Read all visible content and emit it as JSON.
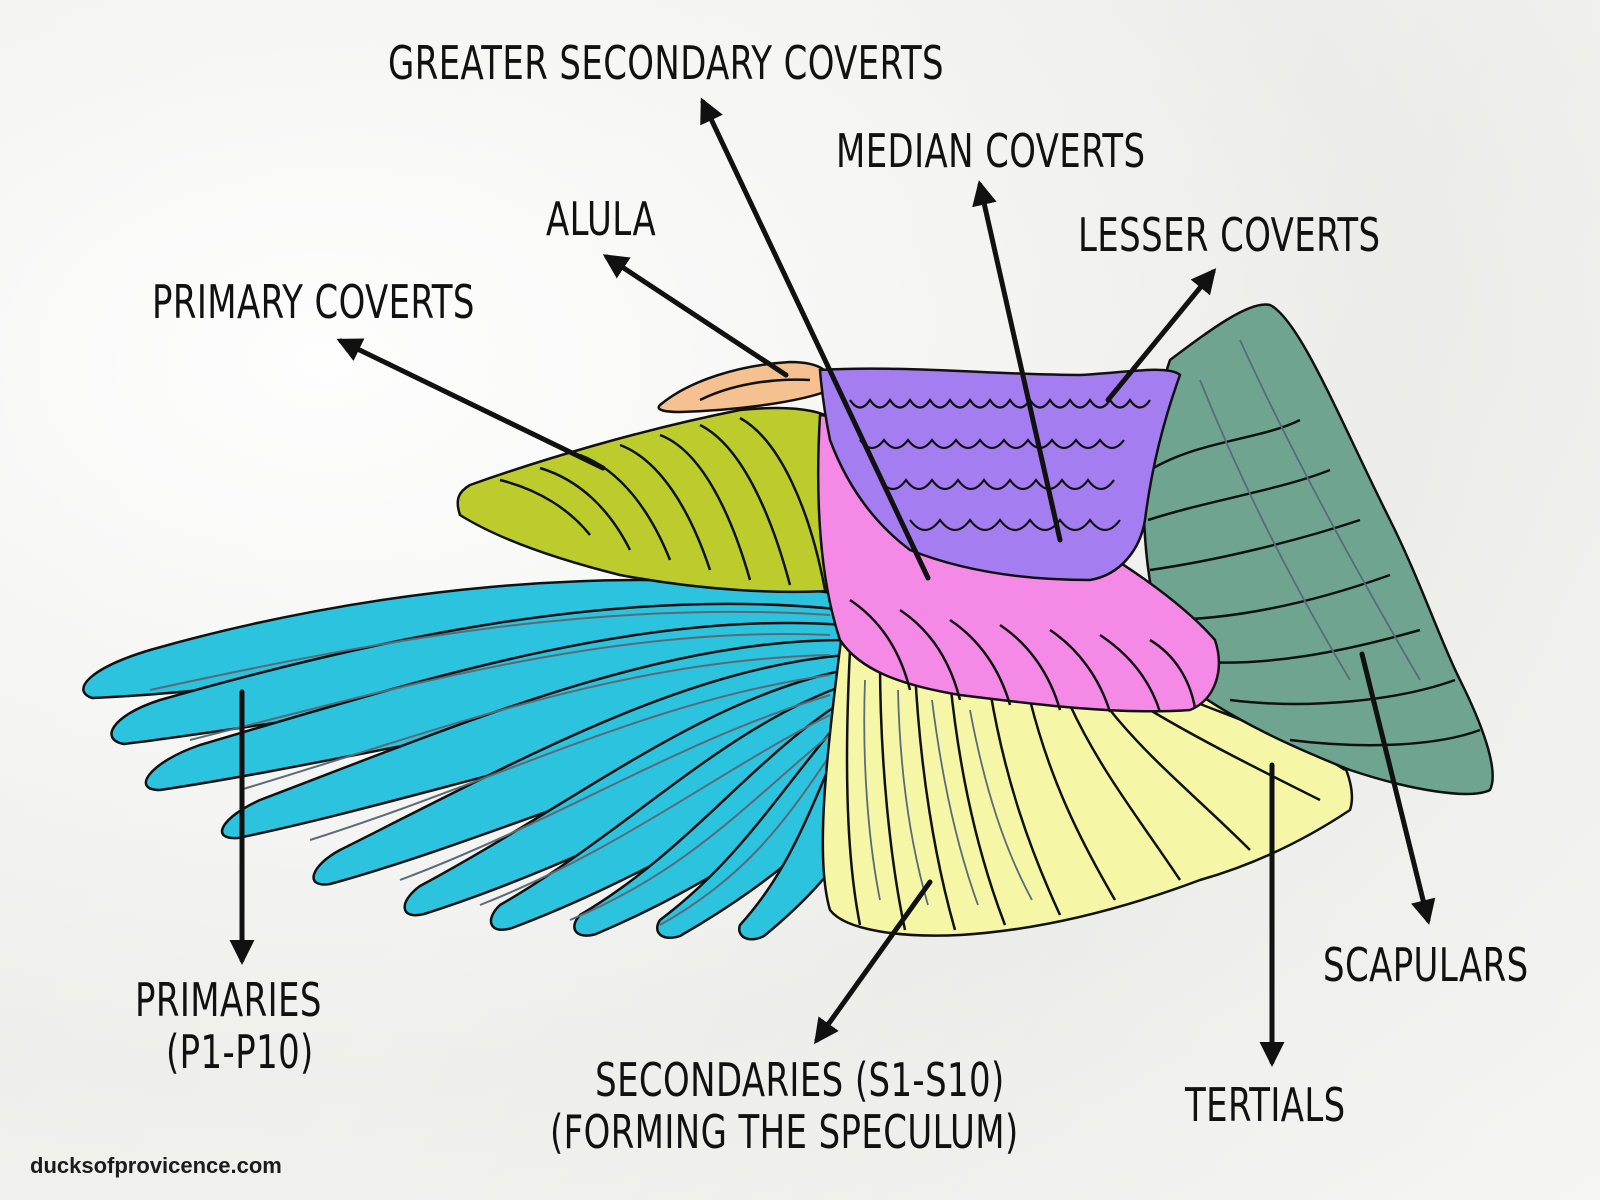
{
  "labels": {
    "greater_secondary_coverts": "GREATER SECONDARY COVERTS",
    "median_coverts": "MEDIAN COVERTS",
    "alula": "ALULA",
    "lesser_coverts": "LESSER COVERTS",
    "primary_coverts": "PRIMARY COVERTS",
    "primaries_line1": "PRIMARIES",
    "primaries_line2": "(P1-P10)",
    "secondaries_line1": "SECONDARIES (S1-S10)",
    "secondaries_line2": "(FORMING THE SPECULUM)",
    "tertials": "TERTIALS",
    "scapulars": "SCAPULARS"
  },
  "credit": "ducksofprovicence.com",
  "colors": {
    "primaries": "#2cc3df",
    "primary_coverts": "#bccc2c",
    "alula": "#f6c190",
    "greater_secondary_coverts": "#f48ae6",
    "median_lesser_coverts": "#a47ef0",
    "secondaries": "#f5f7a6",
    "scapulars": "#6fa590",
    "outline": "#111111",
    "shaft": "#5a6b78"
  }
}
